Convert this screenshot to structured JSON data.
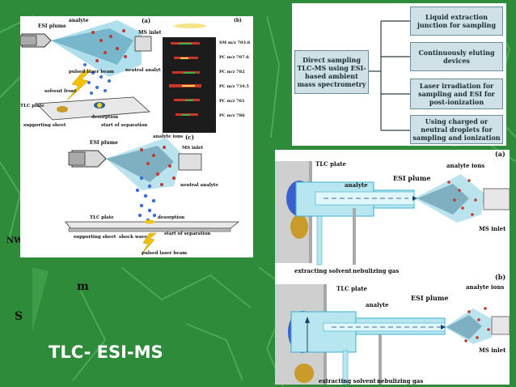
{
  "slide_title": "TLC- ESI-MS",
  "colors": {
    "background": "#2e8b3a",
    "box_fill": "#cfe0e6",
    "box_border": "#6a8e98",
    "plume": "#1aa3c8",
    "ion": "#c0392b"
  },
  "panel_a": {
    "tag_a": "(a)",
    "tag_b": "(b)",
    "tag_c": "(c)",
    "labels": {
      "esi_plume": "ESI plume",
      "analyte": "analyte",
      "ms_inlet": "MS inlet",
      "pulsed_laser_beam": "pulsed laser beam",
      "neutral_analyte": "neutral analyte",
      "solvent_front": "solvent front",
      "tlc_plate": "TLC plate",
      "desorption": "desorption",
      "supporting_sheet": "supporting sheet",
      "start_of_separation": "start of separation"
    },
    "spectra_labels": [
      "SM m/z 703.6",
      "PC m/z 707.6",
      "PC m/z 782",
      "PC m/z 734.5",
      "PC m/z 761",
      "PC m/z 786"
    ],
    "labels_c": {
      "esi_plume": "ESI plume",
      "analyte_ions": "analyte ions",
      "ms_inlet": "MS inlet",
      "neutral_analyte": "neutral analyte",
      "tlc_plate": "TLC plate",
      "desorption": "desorption",
      "supporting_sheet": "supporting sheet",
      "shock wave": "shock wave",
      "start_of_separation": "start of separation",
      "pulsed_laser_beam": "pulsed laser beam"
    }
  },
  "flowchart": {
    "root": "Direct sampling TLC-MS using ESI-based ambient mass spectrometry",
    "branches": [
      "Liquid extraction junction for sampling",
      "Continuously eluting devices",
      "Laser irradiation for sampling and ESI for post-ionization",
      "Using charged or neutral droplets for sampling and ionization"
    ]
  },
  "panel_b": {
    "tag_a": "(a)",
    "tag_b": "(b)",
    "top": {
      "tlc_plate": "TLC plate",
      "analyte": "analyte",
      "esi_plume": "ESI plume",
      "analyte_ions": "analyte ions",
      "ms_inlet": "MS inlet",
      "extracting_solvent": "extracting solvent",
      "nebulizing_gas": "nebulizing gas"
    },
    "bottom": {
      "tlc_plate": "TLC plate",
      "analyte": "analyte",
      "esi_plume": "ESI plume",
      "analyte_ions": "analyte ions",
      "ms_inlet": "MS inlet",
      "extracting_solvent": "extracting solvent",
      "nebulizing_gas": "nebulizing gas"
    }
  }
}
